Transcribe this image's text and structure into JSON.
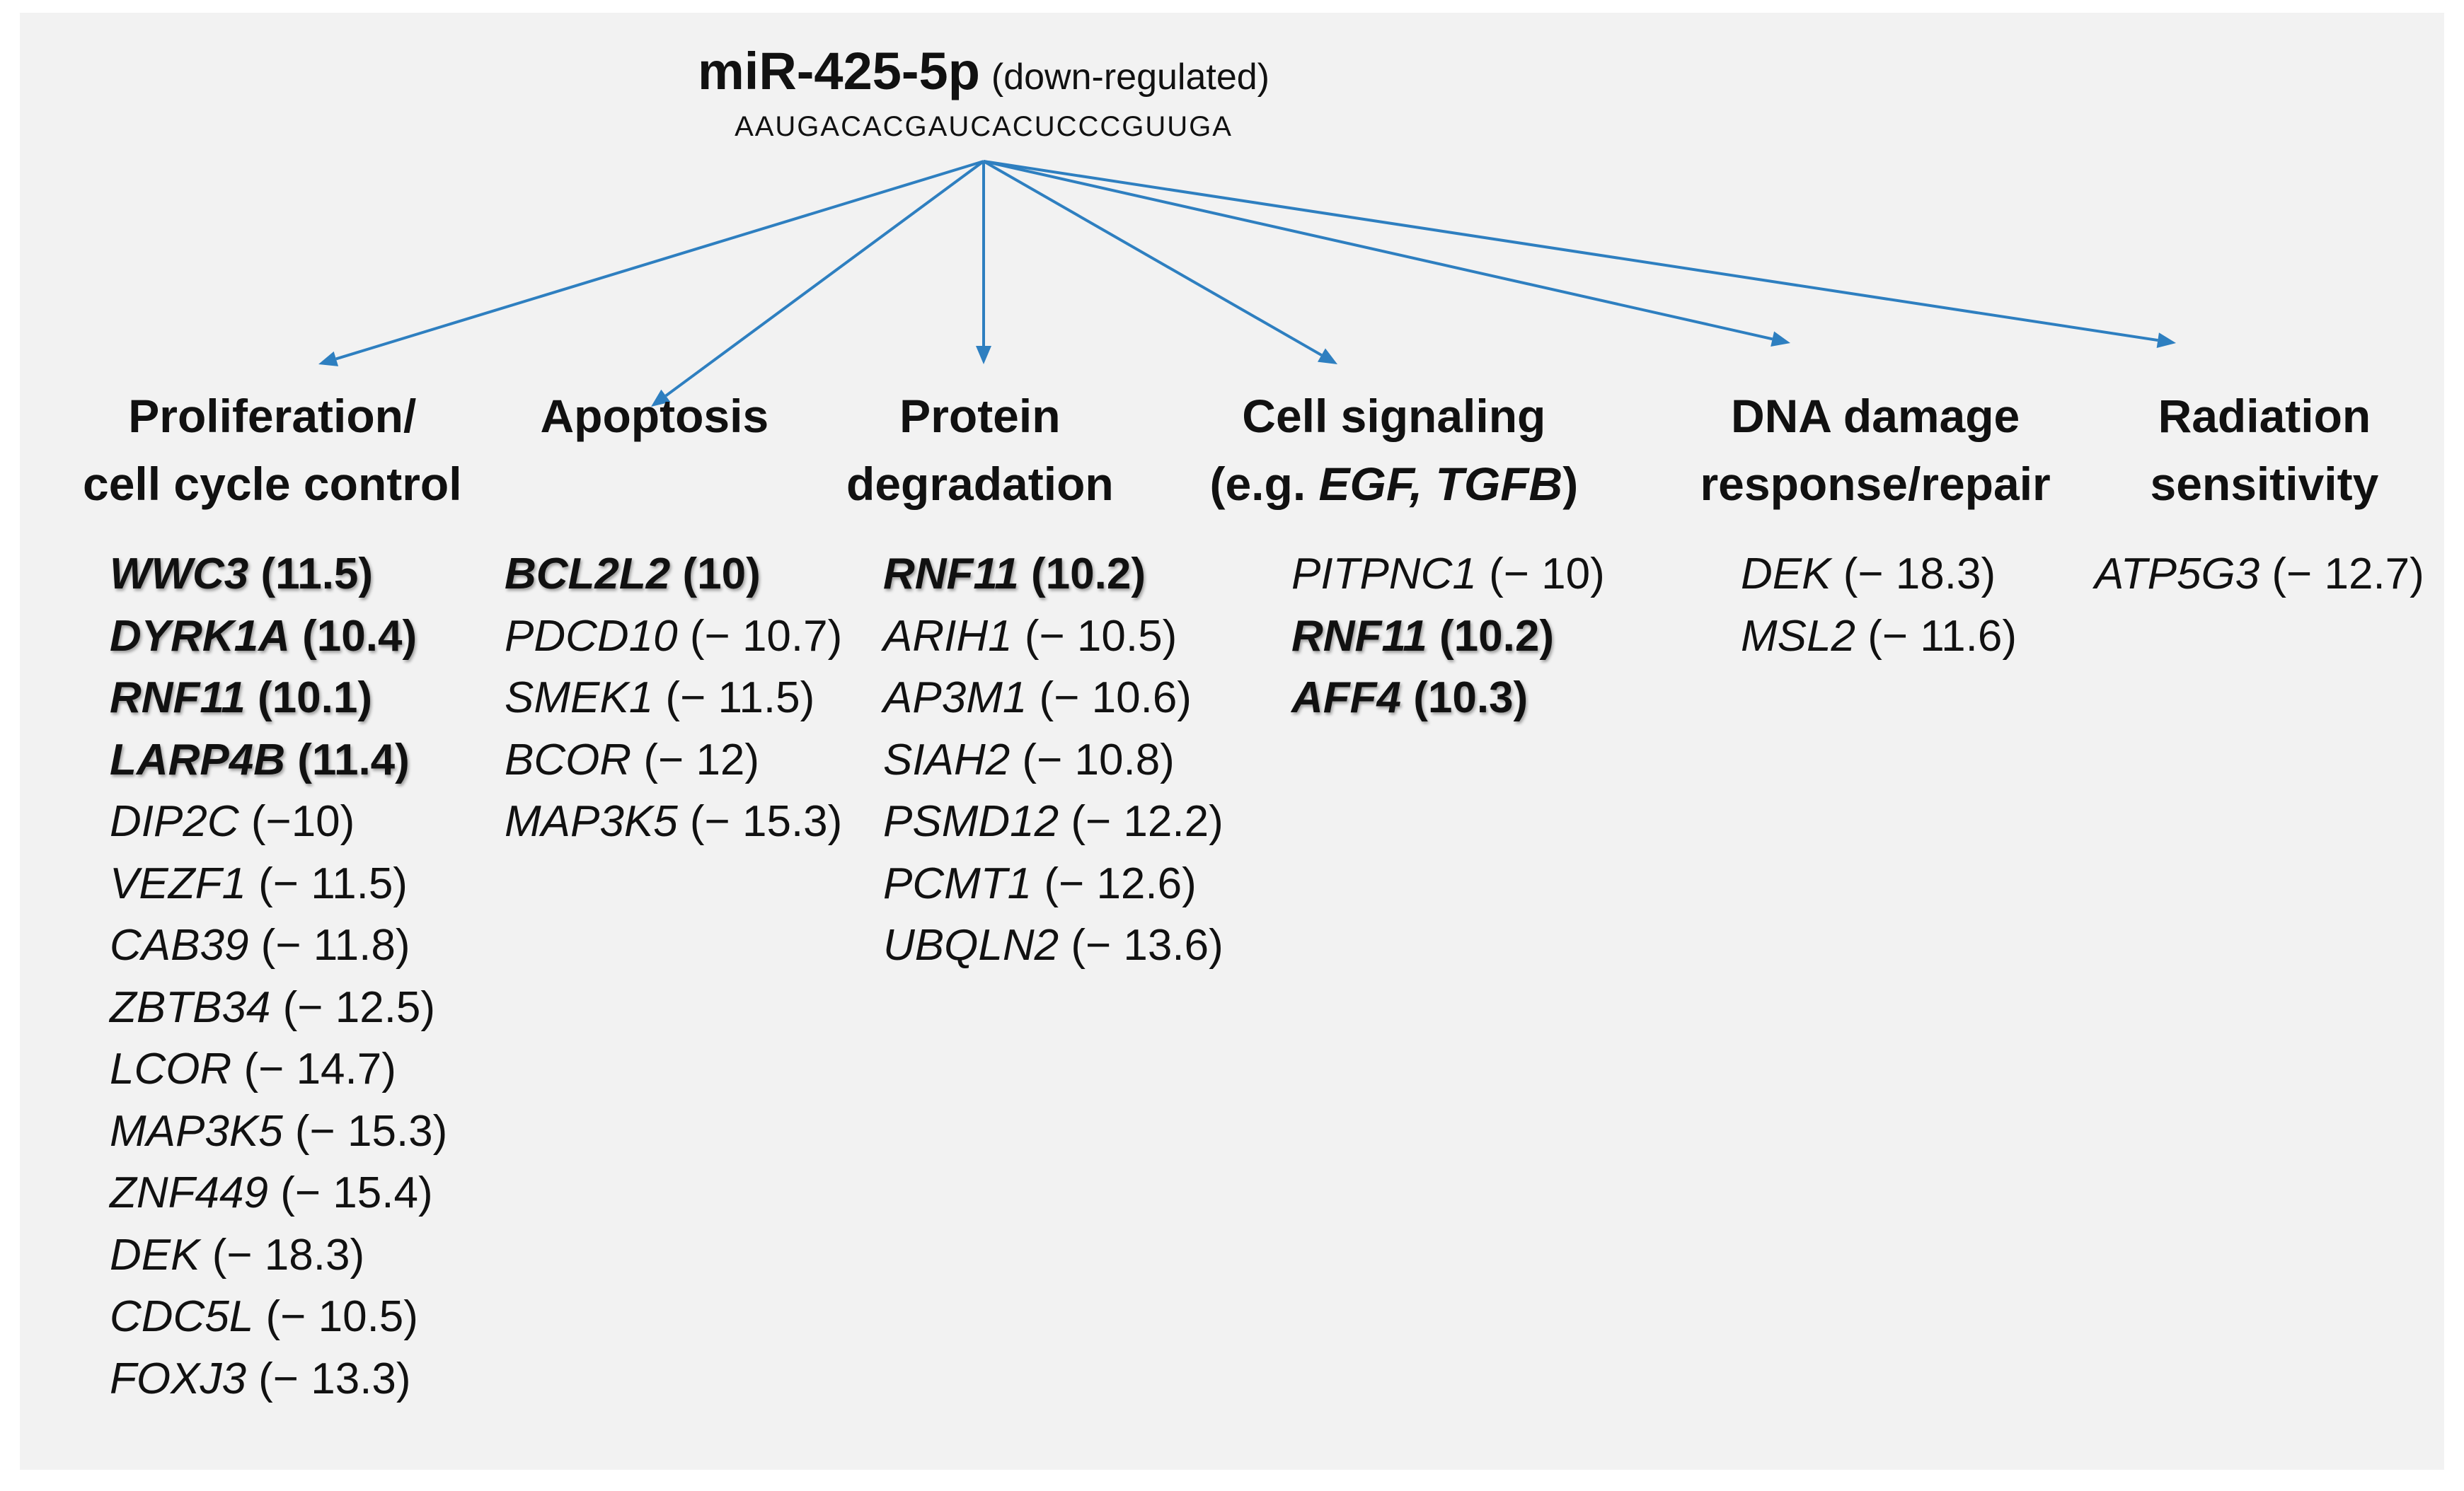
{
  "mirna": {
    "name": "miR-425-5p",
    "note": "(down-regulated)",
    "sequence": "AAUGACACGAUCACUCCCGUUGA"
  },
  "colors": {
    "arrow": "#2e7fc0",
    "panel": "#f2f2f2",
    "text": "#111111"
  },
  "categories": [
    {
      "key": "proliferation",
      "heading": [
        "Proliferation/",
        "cell cycle control"
      ],
      "genes": [
        {
          "name": "WWC3",
          "value": "(11.5)",
          "highlight": true
        },
        {
          "name": "DYRK1A",
          "value": "(10.4)",
          "highlight": true
        },
        {
          "name": "RNF11",
          "value": "(10.1)",
          "highlight": true
        },
        {
          "name": "LARP4B",
          "value": "(11.4)",
          "highlight": true
        },
        {
          "name": "DIP2C",
          "value": "(−10)",
          "highlight": false
        },
        {
          "name": "VEZF1",
          "value": "(− 11.5)",
          "highlight": false
        },
        {
          "name": "CAB39",
          "value": "(− 11.8)",
          "highlight": false
        },
        {
          "name": "ZBTB34",
          "value": "(− 12.5)",
          "highlight": false
        },
        {
          "name": "LCOR",
          "value": "(− 14.7)",
          "highlight": false
        },
        {
          "name": "MAP3K5",
          "value": "(− 15.3)",
          "highlight": false
        },
        {
          "name": "ZNF449",
          "value": "(− 15.4)",
          "highlight": false
        },
        {
          "name": "DEK",
          "value": "(− 18.3)",
          "highlight": false
        },
        {
          "name": "CDC5L",
          "value": "(− 10.5)",
          "highlight": false
        },
        {
          "name": "FOXJ3",
          "value": "(− 13.3)",
          "highlight": false
        }
      ]
    },
    {
      "key": "apoptosis",
      "heading": [
        "Apoptosis"
      ],
      "genes": [
        {
          "name": "BCL2L2",
          "value": "(10)",
          "highlight": true
        },
        {
          "name": "PDCD10",
          "value": "(− 10.7)",
          "highlight": false
        },
        {
          "name": "SMEK1",
          "value": "(− 11.5)",
          "highlight": false
        },
        {
          "name": "BCOR",
          "value": "(− 12)",
          "highlight": false
        },
        {
          "name": "MAP3K5",
          "value": "(− 15.3)",
          "highlight": false
        }
      ]
    },
    {
      "key": "protein-degradation",
      "heading": [
        "Protein",
        "degradation"
      ],
      "genes": [
        {
          "name": "RNF11",
          "value": "(10.2)",
          "highlight": true
        },
        {
          "name": "ARIH1",
          "value": "(− 10.5)",
          "highlight": false
        },
        {
          "name": "AP3M1",
          "value": "(− 10.6)",
          "highlight": false
        },
        {
          "name": "SIAH2",
          "value": "(− 10.8)",
          "highlight": false
        },
        {
          "name": "PSMD12",
          "value": "(− 12.2)",
          "highlight": false
        },
        {
          "name": "PCMT1",
          "value": "(− 12.6)",
          "highlight": false
        },
        {
          "name": "UBQLN2",
          "value": "(− 13.6)",
          "highlight": false
        }
      ]
    },
    {
      "key": "cell-signaling",
      "heading": [
        "Cell signaling"
      ],
      "heading_parts": {
        "before": "(e.g. ",
        "italic": "EGF, TGFB",
        "after": ")"
      },
      "genes": [
        {
          "name": "PITPNC1",
          "value": "(− 10)",
          "highlight": false
        },
        {
          "name": "RNF11",
          "value": "(10.2)",
          "highlight": true
        },
        {
          "name": "AFF4",
          "value": "(10.3)",
          "highlight": true
        }
      ]
    },
    {
      "key": "dna-damage",
      "heading": [
        "DNA damage",
        "response/repair"
      ],
      "genes": [
        {
          "name": "DEK",
          "value": "(− 18.3)",
          "highlight": false
        },
        {
          "name": "MSL2",
          "value": "(− 11.6)",
          "highlight": false
        }
      ]
    },
    {
      "key": "radiation",
      "heading": [
        "Radiation",
        "sensitivity"
      ],
      "genes": [
        {
          "name": "ATP5G3",
          "value": "(− 12.7)",
          "highlight": false
        }
      ]
    }
  ]
}
